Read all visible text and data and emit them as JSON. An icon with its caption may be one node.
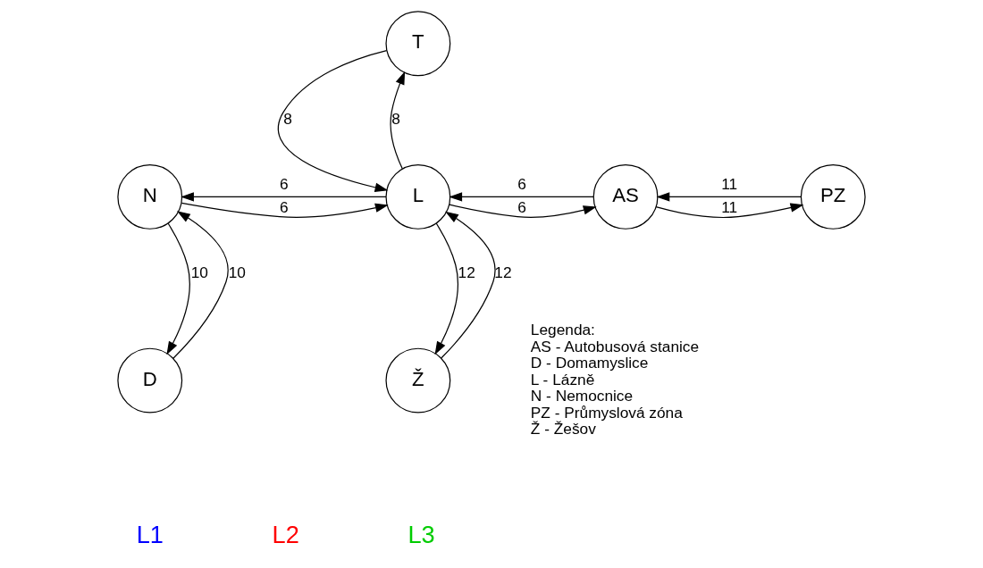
{
  "diagram": {
    "nodes": [
      {
        "text": [
          "N"
        ]
      },
      {
        "text": [
          "L"
        ]
      },
      {
        "text": [
          "AS"
        ]
      },
      {
        "text": [
          "PZ"
        ]
      },
      {
        "text": [
          "T"
        ]
      },
      {
        "text": [
          "D"
        ]
      },
      {
        "text": [
          "Ž"
        ]
      }
    ],
    "edges": [
      {
        "from": 4,
        "to": 1,
        "arrow": "to",
        "label": "8"
      },
      {
        "from": 1,
        "to": 4,
        "arrow": "to",
        "label": "8"
      },
      {
        "from": 1,
        "to": 0,
        "arrow": "to",
        "label": "6"
      },
      {
        "from": 0,
        "to": 1,
        "arrow": "to",
        "label": "6"
      },
      {
        "from": 2,
        "to": 1,
        "arrow": "to",
        "label": "6"
      },
      {
        "from": 1,
        "to": 2,
        "arrow": "to",
        "label": "6"
      },
      {
        "from": 3,
        "to": 2,
        "arrow": "to",
        "label": "11"
      },
      {
        "from": 2,
        "to": 3,
        "arrow": "to",
        "label": "11"
      },
      {
        "from": 0,
        "to": 5,
        "arrow": "to",
        "label": "10"
      },
      {
        "from": 5,
        "to": 0,
        "arrow": "to",
        "label": "10"
      },
      {
        "from": 1,
        "to": 6,
        "arrow": "to",
        "label": "12"
      },
      {
        "from": 6,
        "to": 1,
        "arrow": "to",
        "label": "12"
      }
    ],
    "labels": [
      "L1",
      "L2",
      "L3",
      "Legenda:",
      "AS - Autobusová stanice",
      "D - Domamyslice",
      "L - Lázně",
      "N - Nemocnice",
      "PZ - Průmyslová zóna",
      "Ž - Žešov"
    ]
  }
}
